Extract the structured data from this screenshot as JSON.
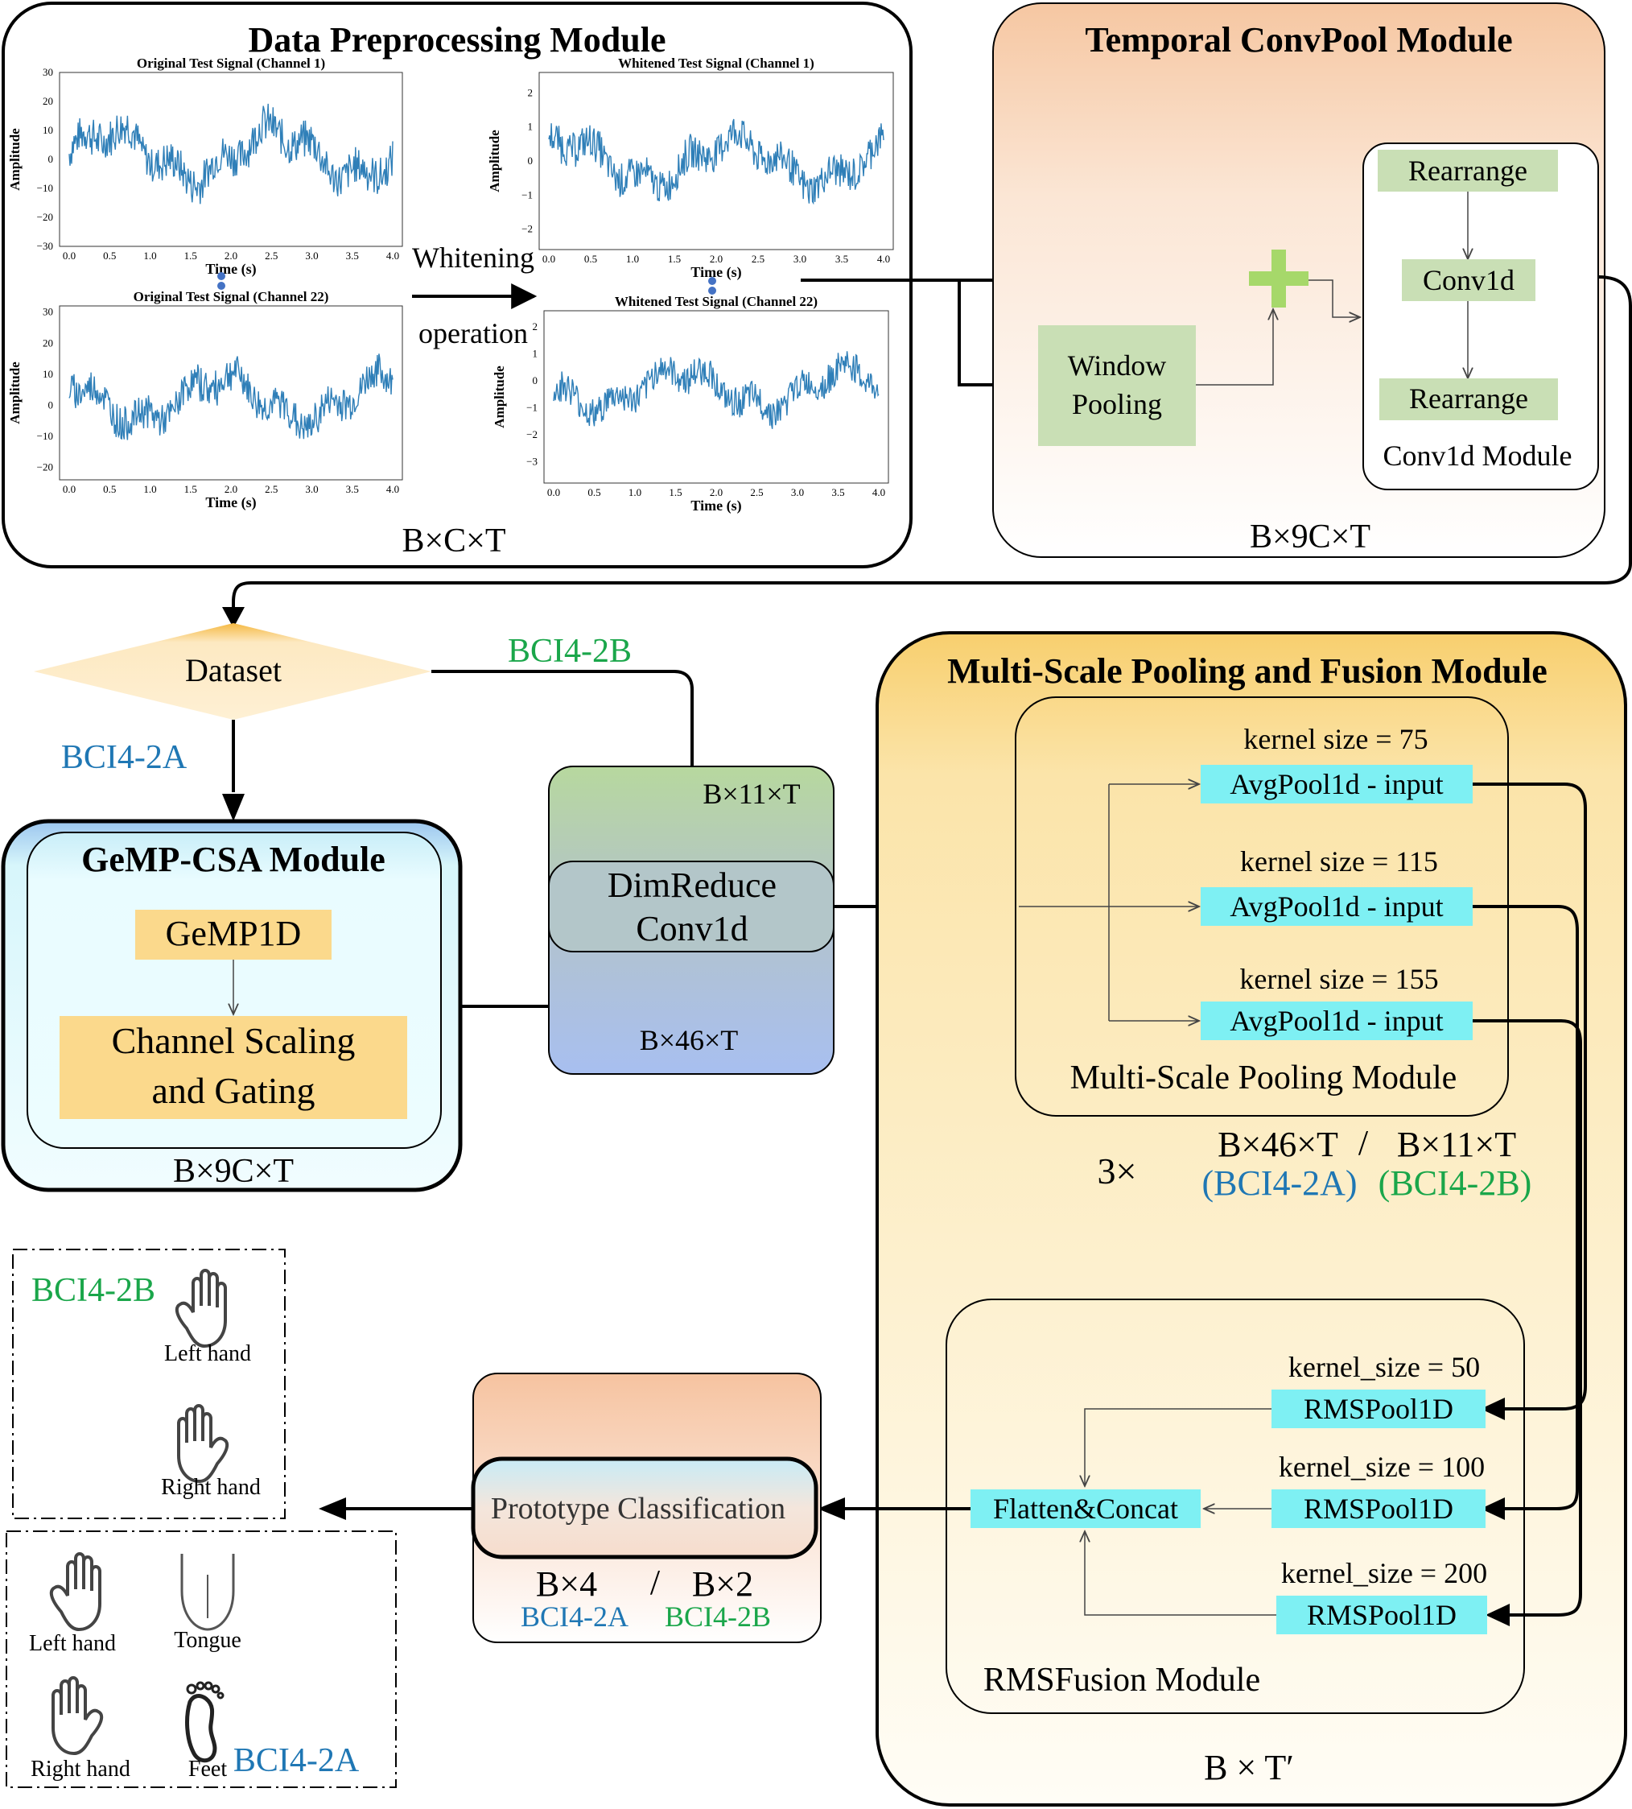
{
  "colors": {
    "blue_label": "#1f77b4",
    "green_label": "#1aa64a",
    "signal": "#2f7fb8",
    "node_green": "#c9dfb5",
    "node_yellow": "#fbd98c",
    "node_cyan": "#7ef0f3",
    "plus": "#a6d86a"
  },
  "data_preprocessing": {
    "title": "Data Preprocessing Module",
    "shape": "B×C×T",
    "whitening_line1": "Whitening",
    "whitening_line2": "operation",
    "plots": [
      {
        "title": "Original Test Signal (Channel 1)",
        "xlabel": "Time (s)",
        "ylabel": "Amplitude",
        "xticks": [
          "0.0",
          "0.5",
          "1.0",
          "1.5",
          "2.0",
          "2.5",
          "3.0",
          "3.5",
          "4.0"
        ],
        "yticks": [
          "30",
          "20",
          "10",
          "0",
          "−10",
          "−20",
          "−30"
        ]
      },
      {
        "title": "Whitened Test Signal (Channel 1)",
        "xlabel": "Time (s)",
        "ylabel": "Amplitude",
        "xticks": [
          "0.0",
          "0.5",
          "1.0",
          "1.5",
          "2.0",
          "2.5",
          "3.0",
          "3.5",
          "4.0"
        ],
        "yticks": [
          "2",
          "1",
          "0",
          "−1",
          "−2"
        ]
      },
      {
        "title": "Original Test Signal (Channel 22)",
        "xlabel": "Time (s)",
        "ylabel": "Amplitude",
        "xticks": [
          "0.0",
          "0.5",
          "1.0",
          "1.5",
          "2.0",
          "2.5",
          "3.0",
          "3.5",
          "4.0"
        ],
        "yticks": [
          "30",
          "20",
          "10",
          "0",
          "−10",
          "−20"
        ]
      },
      {
        "title": "Whitened Test Signal (Channel 22)",
        "xlabel": "Time (s)",
        "ylabel": "Amplitude",
        "xticks": [
          "0.0",
          "0.5",
          "1.0",
          "1.5",
          "2.0",
          "2.5",
          "3.0",
          "3.5",
          "4.0"
        ],
        "yticks": [
          "2",
          "1",
          "0",
          "−1",
          "−2",
          "−3"
        ]
      }
    ]
  },
  "temporal": {
    "title": "Temporal ConvPool Module",
    "shape": "B×9C×T",
    "window_pooling_1": "Window",
    "window_pooling_2": "Pooling",
    "rearrange_top": "Rearrange",
    "conv1d": "Conv1d",
    "rearrange_bottom": "Rearrange",
    "sub_label": "Conv1d Module"
  },
  "dataset": {
    "label": "Dataset",
    "branch_a": "BCI4-2A",
    "branch_b": "BCI4-2B"
  },
  "gemp": {
    "title": "GeMP-CSA Module",
    "gemp1d": "GeMP1D",
    "scaling_1": "Channel Scaling",
    "scaling_2": "and Gating",
    "shape": "B×9C×T"
  },
  "dimreduce": {
    "top_shape": "B×11×T",
    "label_1": "DimReduce",
    "label_2": "Conv1d",
    "bottom_shape": "B×46×T"
  },
  "multiscale": {
    "title": "Multi-Scale Pooling and Fusion Module",
    "pooling_label": "Multi-Scale Pooling Module",
    "kernels": [
      "kernel size = 75",
      "kernel size = 115",
      "kernel size = 155"
    ],
    "avgpool": [
      "AvgPool1d - input",
      "AvgPool1d - input",
      "AvgPool1d - input"
    ],
    "prefix": "3×",
    "shape_a": "B×46×T",
    "slash": "/",
    "shape_b": "B×11×T",
    "tag_a": "(BCI4-2A)",
    "tag_b": "(BCI4-2B)",
    "rms_kernels": [
      "kernel_size = 50",
      "kernel_size = 100",
      "kernel_size = 200"
    ],
    "rmspool": [
      "RMSPool1D",
      "RMSPool1D",
      "RMSPool1D"
    ],
    "flatten": "Flatten&Concat",
    "rms_label": "RMSFusion Module",
    "output_shape": "B × T′"
  },
  "prototype": {
    "label": "Prototype Classification",
    "shape_a": "B×4",
    "slash": "/",
    "shape_b": "B×2",
    "tag_a": "BCI4-2A",
    "tag_b": "BCI4-2B"
  },
  "legend_2b": {
    "tag": "BCI4-2B",
    "left": "Left hand",
    "right": "Right hand"
  },
  "legend_2a": {
    "tag": "BCI4-2A",
    "left": "Left hand",
    "tongue": "Tongue",
    "right": "Right hand",
    "feet": "Feet"
  }
}
